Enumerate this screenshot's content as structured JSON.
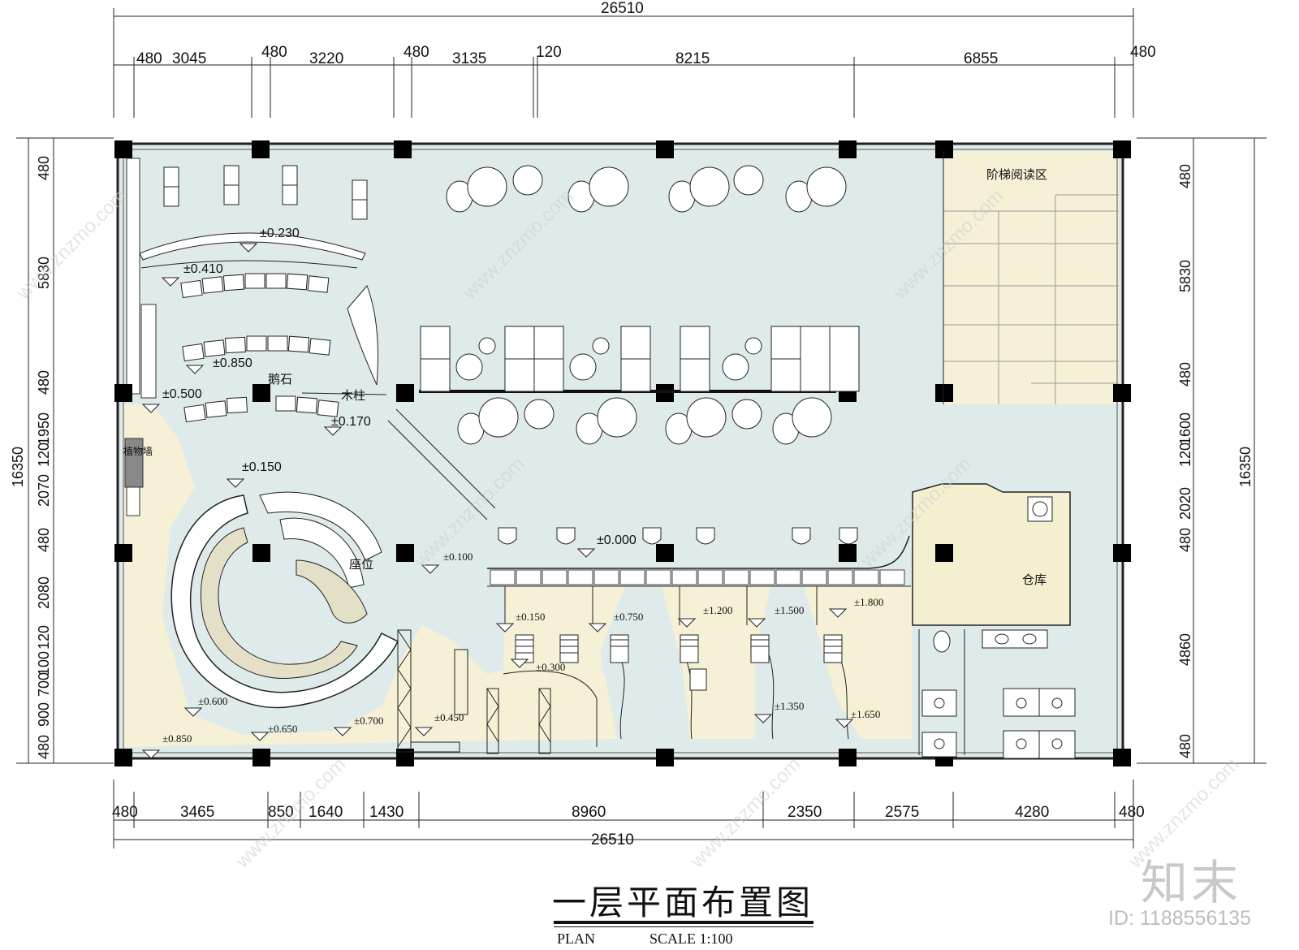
{
  "drawing": {
    "title": "一层平面布置图",
    "plan_label": "PLAN",
    "scale_label": "SCALE 1:100"
  },
  "dimensions": {
    "overall_width": "26510",
    "overall_depth": "16350",
    "top": [
      "480",
      "3045",
      "480",
      "3220",
      "480",
      "3135",
      "120",
      "8215",
      "6855",
      "480"
    ],
    "bottom": [
      "480",
      "3465",
      "850",
      "1640",
      "1430",
      "8960",
      "2350",
      "2575",
      "4280",
      "480"
    ],
    "left": [
      "480",
      "5830",
      "480",
      "1950",
      "120",
      "2070",
      "480",
      "2080",
      "120",
      "100",
      "700",
      "900",
      "480"
    ],
    "right": [
      "480",
      "5830",
      "480",
      "1600",
      "120",
      "2020",
      "480",
      "4860",
      "480"
    ]
  },
  "rooms": {
    "stair_reading": "阶梯阅读区",
    "storage": "仓库",
    "seating": "座位",
    "rock": "鹅石",
    "wood_pillar": "木柱",
    "plant_wall": "植物墙"
  },
  "levels": {
    "l0230": "±0.230",
    "l0410": "±0.410",
    "l0850a": "±0.850",
    "l0500": "±0.500",
    "l0170": "±0.170",
    "l0150a": "±0.150",
    "l0000": "±0.000",
    "l0100": "±0.100",
    "l0150b": "±0.150",
    "l0750": "±0.750",
    "l1200": "±1.200",
    "l1500": "±1.500",
    "l1800": "±1.800",
    "l0300": "±0.300",
    "l0600": "±0.600",
    "l0650": "±0.650",
    "l0700": "±0.700",
    "l0850b": "±0.850",
    "l0450": "±0.450",
    "l1350": "±1.350",
    "l1650": "±1.650"
  },
  "watermark": {
    "logo": "知末",
    "id": "ID: 1188556135",
    "site": "www.znzmo.com"
  },
  "colors": {
    "floor_blue": "#dfeaea",
    "floor_yellow": "#f6f0d6",
    "storage_yellow": "#f4efcf",
    "column": "#000000"
  }
}
